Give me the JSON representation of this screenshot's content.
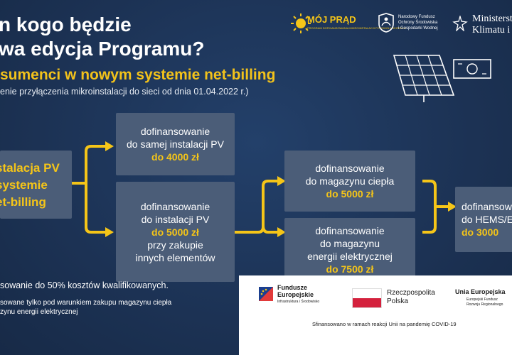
{
  "header": {
    "title_line1": "n kogo będzie",
    "title_line2": "wa edycja Programu?",
    "subtitle": "sumenci w nowym systemie net-billing",
    "note": "enie przyłączenia mikroinstalacji do sieci od dnia 01.04.2022 r.)"
  },
  "logos": {
    "moj_prad": "MÓJ PRĄD",
    "moj_prad_sub": "PROGRAM DOFINANSOWANIA MIKROINSTALACJI FOTOWOLTAICZNYCH",
    "nfos_line1": "Narodowy Fundusz",
    "nfos_line2": "Ochrony Środowiska",
    "nfos_line3": "i Gospodarki Wodnej",
    "ministry_line1": "Ministerstw",
    "ministry_line2": "Klimatu i Ś"
  },
  "left_box": {
    "line1": "stalacja PV",
    "line2": "systemie",
    "line3": "et-billing"
  },
  "boxes": {
    "pv_only": {
      "line1": "dofinansowanie",
      "line2": "do samej instalacji PV",
      "amount": "do 4000 zł"
    },
    "pv_with": {
      "line1": "dofinansowanie",
      "line2": "do instalacji PV",
      "amount": "do 5000 zł",
      "line3": "przy zakupie",
      "line4": "innych elementów"
    },
    "heat": {
      "line1": "dofinansowanie",
      "line2": "do magazynu ciepła",
      "amount": "do 5000 zł"
    },
    "energy": {
      "line1": "dofinansowanie",
      "line2": "do magazynu",
      "line3": "energii elektrycznej",
      "amount": "do 7500 zł"
    },
    "hems": {
      "line1": "dofinansow",
      "line2": "do HEMS/E",
      "amount": "do 3000"
    }
  },
  "footer": {
    "note1": "sowanie do 50% kosztów kwalifikowanych.",
    "note2_line1": "sowane tylko pod warunkiem zakupu  magazynu ciepła",
    "note2_line2": "zynu energii elektrycznej",
    "fe_line1": "Fundusze",
    "fe_line2": "Europejskie",
    "fe_line3": "Infrastruktura i Środowisko",
    "rp_line1": "Rzeczpospolita",
    "rp_line2": "Polska",
    "ue_line1": "Unia Europejska",
    "ue_line2": "Europejski Fundusz",
    "ue_line3": "Rozwoju Regionalnego",
    "covid": "Sfinansowano w ramach reakcji Unii na pandemię COVID-19"
  },
  "colors": {
    "accent": "#f5c518",
    "box": "#4b5d78",
    "background": "#1d3557"
  }
}
